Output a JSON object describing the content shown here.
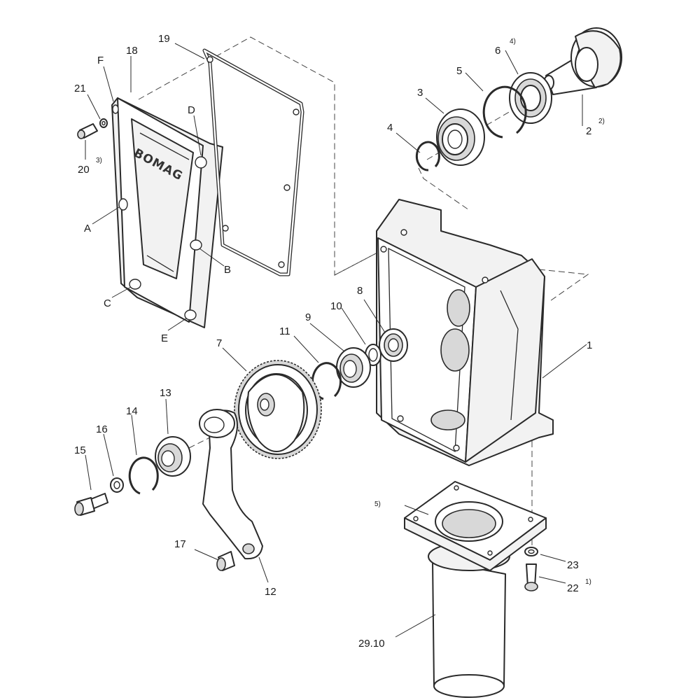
{
  "brand_text": "BOMAG",
  "labels": {
    "p1": "1",
    "p2": "2",
    "p3": "3",
    "p4": "4",
    "p5": "5",
    "p6": "6",
    "p7": "7",
    "p8": "8",
    "p9": "9",
    "p10": "10",
    "p11": "11",
    "p12": "12",
    "p13": "13",
    "p14": "14",
    "p15": "15",
    "p16": "16",
    "p17": "17",
    "p18": "18",
    "p19": "19",
    "p20": "20",
    "p21": "21",
    "p22": "22",
    "p23": "23",
    "p29_10": "29.10",
    "pA": "A",
    "pB": "B",
    "pC": "C",
    "pD": "D",
    "pE": "E",
    "pF": "F"
  },
  "footnotes": {
    "n1": "1)",
    "n2": "2)",
    "n3": "3)",
    "n4": "4)",
    "n5": "5)"
  }
}
